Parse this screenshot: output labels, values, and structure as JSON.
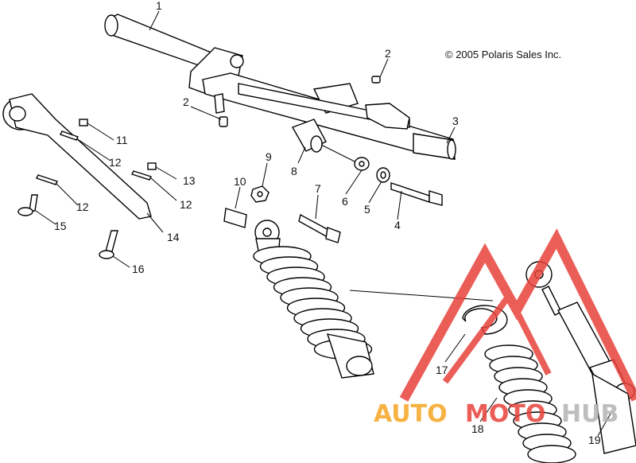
{
  "copyright": "© 2005 Polaris Sales Inc.",
  "watermark": {
    "part1": "AUTO",
    "part2": "MOTO",
    "part3": "HUB",
    "color_orange": "#f5a623",
    "color_red": "#e8413a",
    "color_gray": "#b3b3b3"
  },
  "callouts": {
    "c1": "1",
    "c2a": "2",
    "c2b": "2",
    "c3": "3",
    "c4": "4",
    "c5": "5",
    "c6": "6",
    "c7": "7",
    "c8": "8",
    "c9": "9",
    "c10": "10",
    "c11": "11",
    "c12a": "12",
    "c12b": "12",
    "c12c": "12",
    "c13": "13",
    "c14": "14",
    "c15": "15",
    "c16": "16",
    "c17": "17",
    "c18": "18",
    "c19": "19"
  }
}
